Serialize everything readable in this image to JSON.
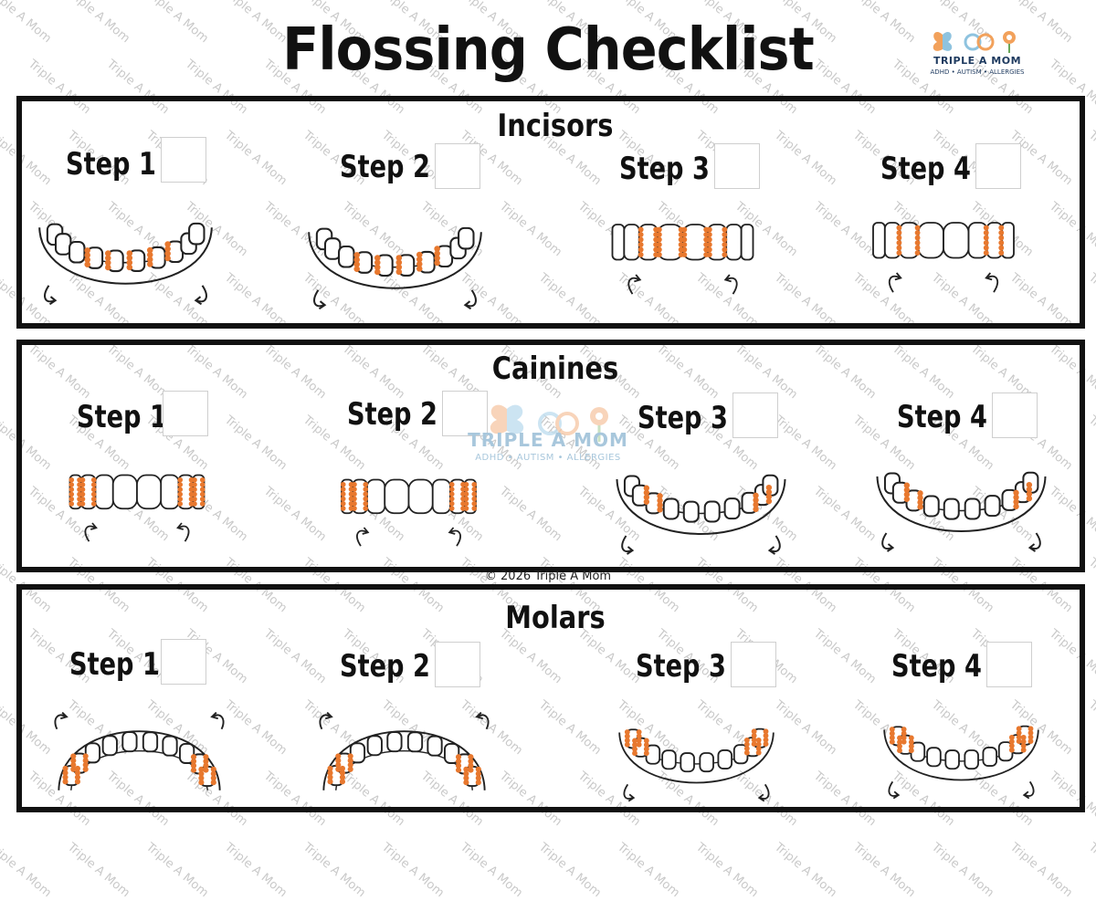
{
  "title": "Flossing Checklist",
  "brand": {
    "name": "TRIPLE A MOM",
    "tagline": "ADHD • AUTISM • ALLERGIES",
    "watermark": "Triple A Mom",
    "copyright": "© 2026 Triple A Mom",
    "colors": {
      "floss": "#E8782E",
      "butterfly": "#8EC3DF",
      "flower": "#F2A15B"
    }
  },
  "sections": [
    {
      "title": "Incisors",
      "steps": [
        {
          "label": "Step 1",
          "checked": false
        },
        {
          "label": "Step 2",
          "checked": false
        },
        {
          "label": "Step 3",
          "checked": false
        },
        {
          "label": "Step 4",
          "checked": false
        }
      ]
    },
    {
      "title": "Cainines",
      "steps": [
        {
          "label": "Step 1",
          "checked": false
        },
        {
          "label": "Step 2",
          "checked": false
        },
        {
          "label": "Step 3",
          "checked": false
        },
        {
          "label": "Step 4",
          "checked": false
        }
      ]
    },
    {
      "title": "Molars",
      "steps": [
        {
          "label": "Step 1",
          "checked": false
        },
        {
          "label": "Step 2",
          "checked": false
        },
        {
          "label": "Step 3",
          "checked": false
        },
        {
          "label": "Step 4",
          "checked": false
        }
      ]
    }
  ]
}
